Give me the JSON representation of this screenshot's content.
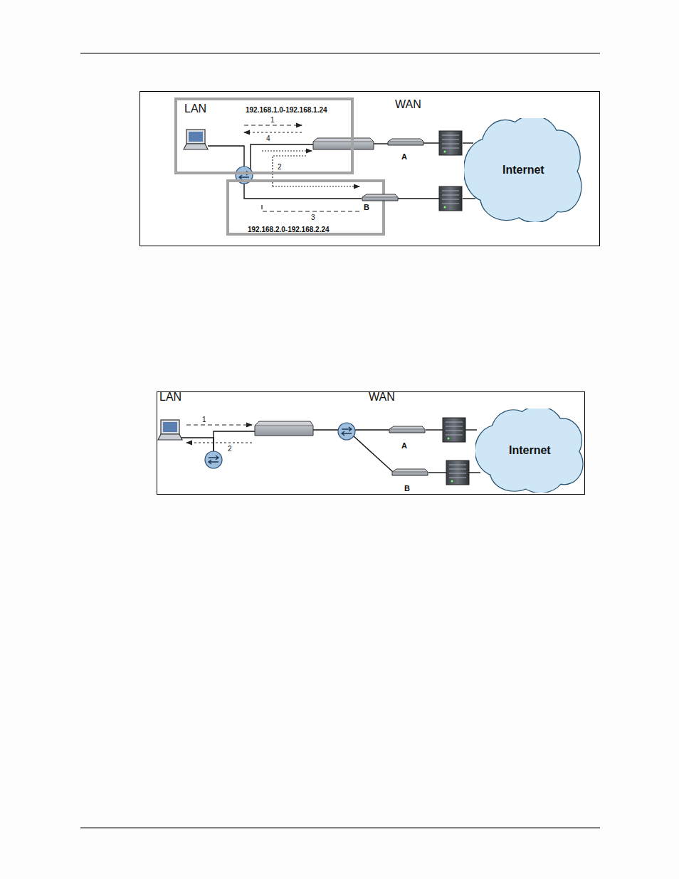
{
  "diagram": {
    "nodes": [
      {
        "text": [
          "LAN",
          "192.168.1.0-192.168.1.24"
        ]
      },
      {
        "text": [
          "192.168.2.0-192.168.2.24"
        ]
      },
      {
        "text": [
          "A"
        ]
      },
      {
        "text": [
          "B"
        ]
      },
      {
        "text": [
          "Internet"
        ]
      },
      {
        "text": [
          "A"
        ]
      },
      {
        "text": [
          "B"
        ]
      },
      {
        "text": [
          "Internet"
        ]
      }
    ],
    "labels": [
      "WAN",
      "1",
      "4",
      "2",
      "3",
      "LAN",
      "WAN",
      "1",
      "2"
    ]
  }
}
